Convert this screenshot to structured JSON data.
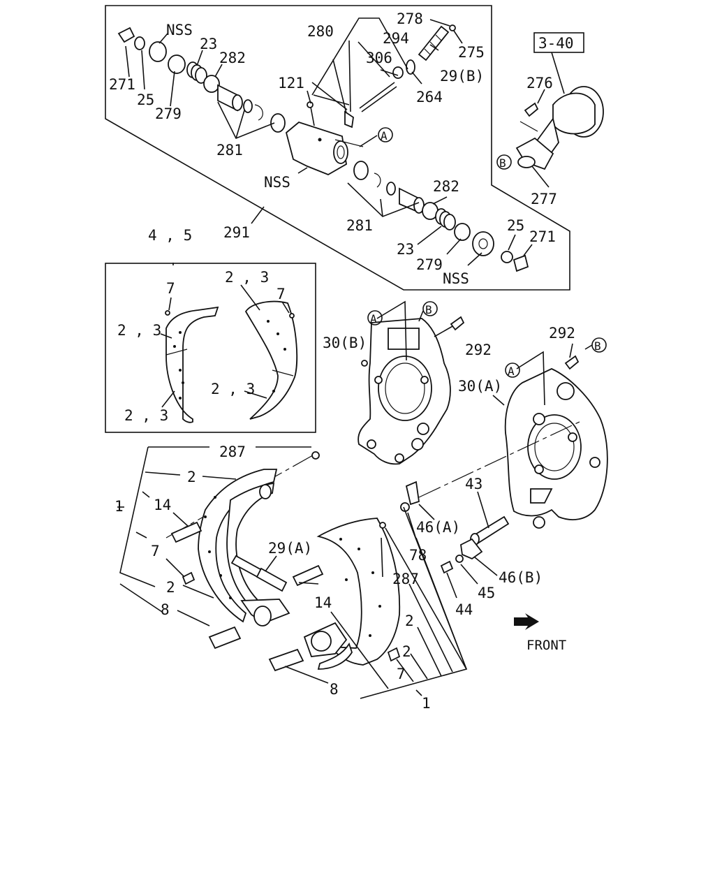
{
  "ref_box": "3-40",
  "front_label": "FRONT",
  "callouts": {
    "a1": "A",
    "a2": "A",
    "a3": "A",
    "b1": "B",
    "b2": "B",
    "b3": "B"
  },
  "labels": {
    "nss_top": "NSS",
    "l271_top": "271",
    "l25_top": "25",
    "l279_top": "279",
    "l23_top": "23",
    "l282_top": "282",
    "l280": "280",
    "l294": "294",
    "l278": "278",
    "l275": "275",
    "l306": "306",
    "l29b": "29(B)",
    "l264": "264",
    "l121": "121",
    "l281_top": "281",
    "nss_mid": "NSS",
    "l276": "276",
    "l277": "277",
    "l291": "291",
    "l282_bot": "282",
    "l281_bot": "281",
    "l23_bot": "23",
    "l279_bot": "279",
    "l25_bot": "25",
    "l271_bot": "271",
    "nss_bot": "NSS",
    "l45_group": "4 , 5",
    "l7_inset_a": "7",
    "l23_inset_a": "2 , 3",
    "l7_inset_b": "7",
    "l23_inset_b": "2 , 3",
    "l23_inset_c": "2 , 3",
    "l23_inset_d": "2 , 3",
    "l30b": "30(B)",
    "l292_a": "292",
    "l292_b": "292",
    "l30a": "30(A)",
    "l287_top": "287",
    "l2_a": "2",
    "l1_left": "1",
    "l14_a": "14",
    "l7_a": "7",
    "l2_b": "2",
    "l8_a": "8",
    "l29a": "29(A)",
    "l43": "43",
    "l46a": "46(A)",
    "l78": "78",
    "l287_bot": "287",
    "l46b": "46(B)",
    "l45": "45",
    "l44": "44",
    "l14_b": "14",
    "l2_c": "2",
    "l2_d": "2",
    "l7_b": "7",
    "l8_b": "8",
    "l1_bot": "1"
  }
}
